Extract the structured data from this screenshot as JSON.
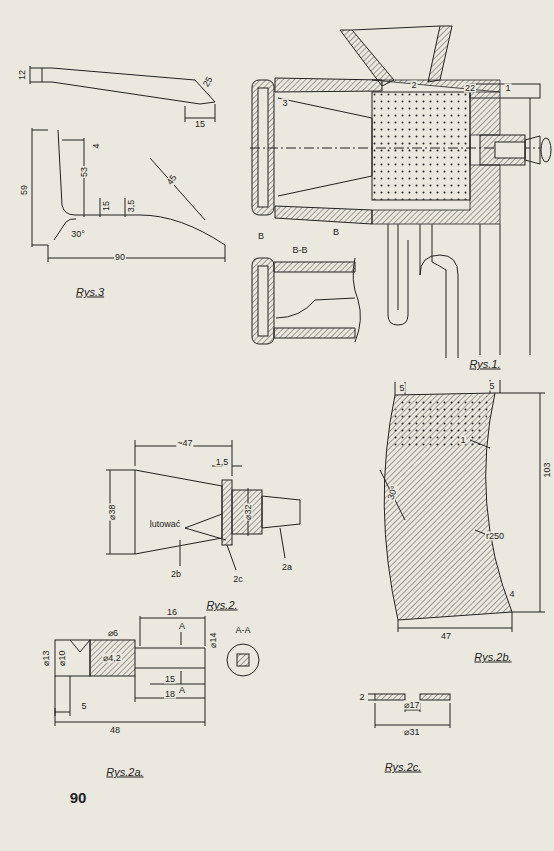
{
  "diagram": {
    "labels": [
      "12",
      "25",
      "15",
      "59",
      "53",
      "4",
      "15",
      "3,5",
      "45",
      "30°",
      "90",
      "Rys.3",
      "3",
      "2",
      "22",
      "1",
      "B",
      "B",
      "B-B",
      "Rys.1.",
      "~47",
      "1,5",
      "⌀38",
      "⌀32",
      "lutować",
      "2b",
      "2c",
      "2a",
      "Rys.2.",
      "5",
      "5",
      "1",
      "30°",
      "103",
      "r250",
      "4",
      "47",
      "Rys.2b.",
      "16",
      "A",
      "A",
      "⌀14",
      "⌀13",
      "⌀6",
      "⌀4,2",
      "⌀10",
      "5",
      "15",
      "18",
      "48",
      "A-A",
      "Rys.2a.",
      "2",
      "⌀17",
      "⌀31",
      "Rys.2c.",
      "90"
    ]
  }
}
